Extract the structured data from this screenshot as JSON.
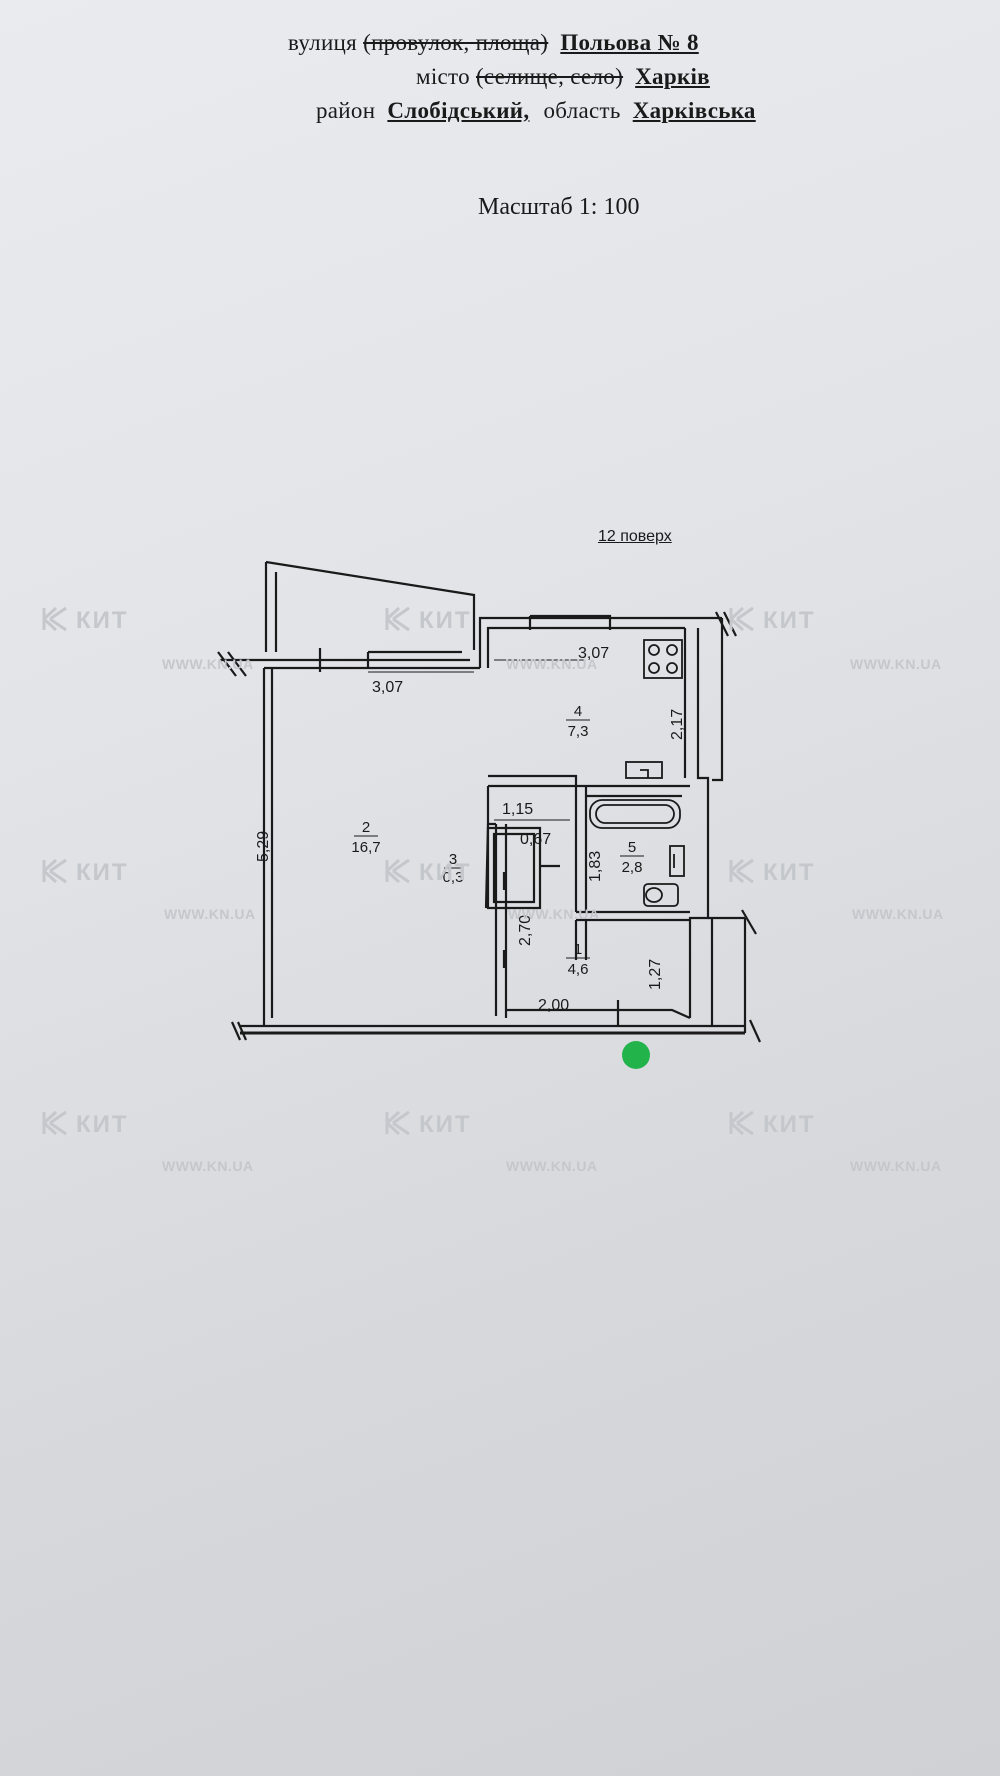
{
  "header": {
    "street_label": "вулиця",
    "street_struck": "(провулок, площа)",
    "street_value": "Польова  № 8",
    "city_label": "місто",
    "city_struck": "(селище, село)",
    "city_value": "Харків",
    "district_label": "район",
    "district_value": "Слобідський,",
    "region_label": "область",
    "region_value": "Харківська"
  },
  "scale": "Масштаб 1: 100",
  "floor": "12 поверх",
  "dimensions": {
    "room2_width": "3,07",
    "room4_width": "3,07",
    "room4_depth": "2,17",
    "room2_length": "5,29",
    "hall_width": "1,15",
    "closet_width": "0,67",
    "bath_depth": "1,83",
    "hall_length": "2,70",
    "entry_depth": "1,27",
    "entry_width": "2,00"
  },
  "rooms": [
    {
      "number": "1",
      "area": "4,6"
    },
    {
      "number": "2",
      "area": "16,7"
    },
    {
      "number": "3",
      "area": "0,3"
    },
    {
      "number": "4",
      "area": "7,3"
    },
    {
      "number": "5",
      "area": "2,8"
    }
  ],
  "watermark": {
    "brand": "КИТ",
    "url": "WWW.KN.UA",
    "color": "#c4c7cc",
    "icon": "kit-logo-icon"
  },
  "marker_color": "#22b34a"
}
